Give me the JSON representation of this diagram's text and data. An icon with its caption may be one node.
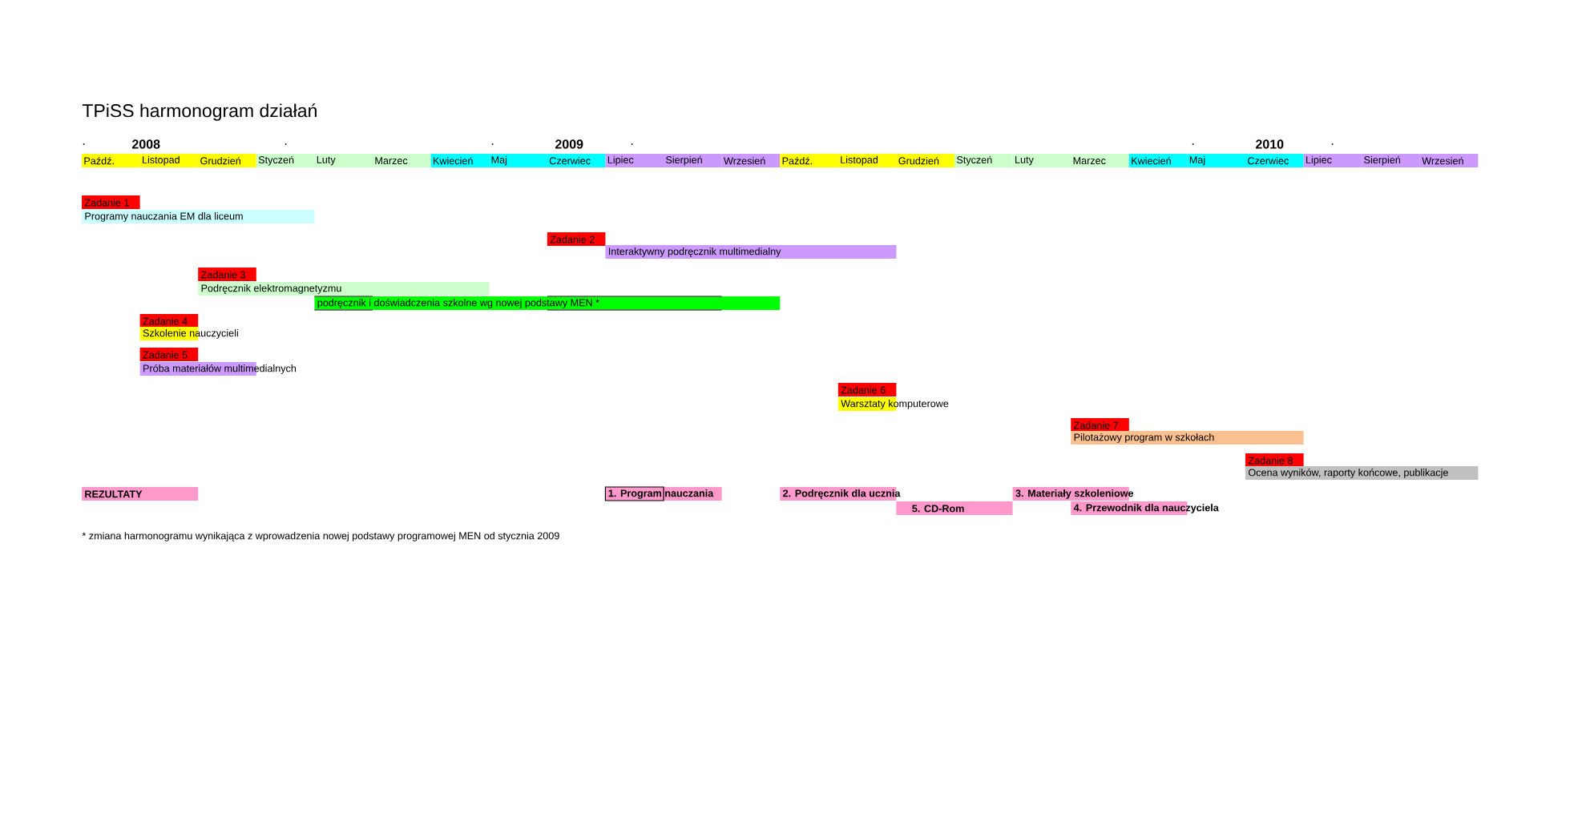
{
  "diagram": {
    "title": "TPiSS  harmonogram działań",
    "nodes": [
      {
        "text": [
          "Zadanie 1"
        ]
      },
      {
        "text": [
          "Programy nauczania EM dla liceum"
        ]
      },
      {
        "text": [
          "Zadanie 2"
        ]
      },
      {
        "text": [
          "Interaktywny podręcznik multimedialny"
        ]
      },
      {
        "text": [
          "Zadanie 3"
        ]
      },
      {
        "text": [
          "Podręcznik elektromagnetyzmu"
        ]
      },
      {
        "text": [
          "podręcznik i doświadczenia szkolne wg nowej podstawy MEN *"
        ]
      },
      {
        "text": [
          "Zadanie 4"
        ]
      },
      {
        "text": [
          "Szkolenie nauczycieli"
        ]
      },
      {
        "text": [
          "Zadanie 5"
        ]
      },
      {
        "text": [
          "Próba materiałów multimedialnych"
        ]
      },
      {
        "text": [
          "Zadanie 6"
        ]
      },
      {
        "text": [
          "Warsztaty komputerowe"
        ]
      },
      {
        "text": [
          "Zadanie 7"
        ]
      },
      {
        "text": [
          "Pilotażowy program w szkołach"
        ]
      },
      {
        "text": [
          "Zadanie 8"
        ]
      },
      {
        "text": [
          "Ocena wyników, raporty końcowe, publikacje"
        ]
      },
      {
        "text": [
          "REZULTATY"
        ]
      },
      {
        "text": [
          "1. Program nauczania"
        ]
      },
      {
        "text": [
          "2. Podręcznik dla ucznia"
        ]
      },
      {
        "text": [
          "3. Materiały szkoleniowe"
        ]
      },
      {
        "text": [
          "5. CD-Rom"
        ]
      },
      {
        "text": [
          "4. Przewodnik dla nauczyciela"
        ]
      }
    ],
    "labels": [
      ".",
      "2008",
      ".",
      ".",
      "2009",
      ".",
      ".",
      "2010",
      ".",
      "Paźdź.",
      "Listopad",
      "Grudzień",
      "Styczeń",
      "Luty",
      "Marzec",
      "Kwiecień",
      "Maj",
      "Czerwiec",
      "Lipiec",
      "Sierpień",
      "Wrzesień",
      "Paźdź.",
      "Listopad",
      "Grudzień",
      "Styczeń",
      "Luty",
      "Marzec",
      "Kwiecień",
      "Maj",
      "Czerwiec",
      "Lipiec",
      "Sierpień",
      "Wrzesień",
      "* zmiana harmonogramu wynikająca z wprowadzenia nowej podstawy programowej MEN od stycznia 2009"
    ]
  }
}
